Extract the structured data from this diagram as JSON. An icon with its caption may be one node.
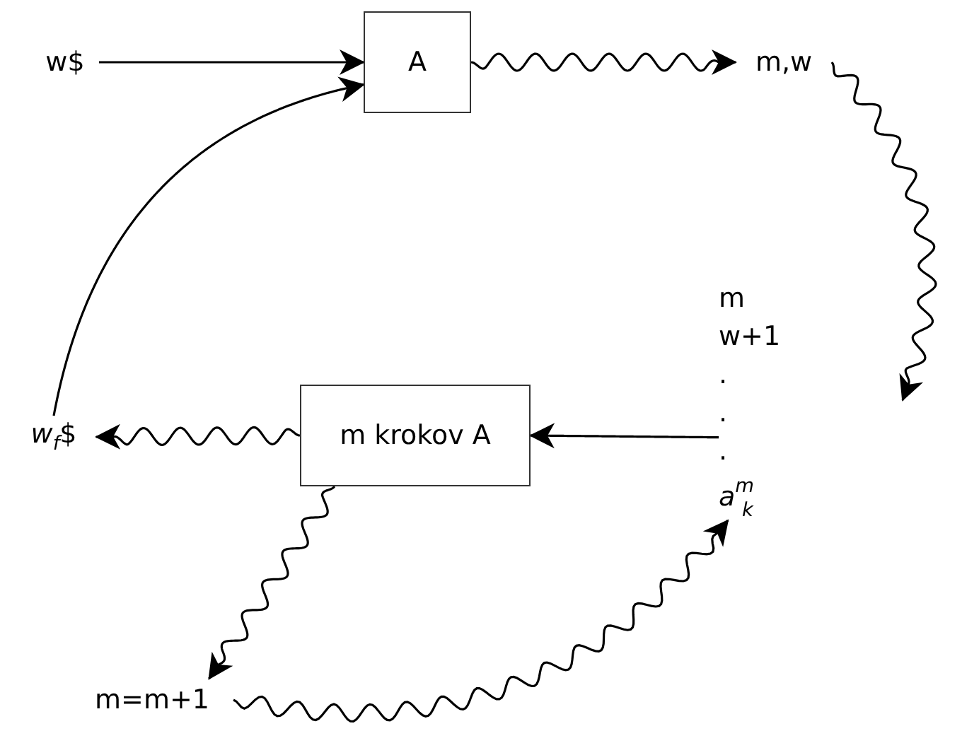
{
  "diagram": {
    "nodes": [
      {
        "text": [
          "w$"
        ]
      },
      {
        "text": [
          "A"
        ]
      },
      {
        "text": [
          "m,w"
        ]
      },
      {
        "text": [
          "m",
          "w+1",
          ".",
          ".",
          ".",
          "a$^{m}$$_{k}$"
        ]
      },
      {
        "text": [
          "m krokov A"
        ]
      },
      {
        "text": [
          "*w*$_{f}$$"
        ]
      },
      {
        "text": [
          "m=m+1"
        ]
      }
    ],
    "edges": [
      {
        "from": 0,
        "to": 1,
        "arrow": "to"
      },
      {
        "from": 5,
        "to": 1,
        "arrow": "to"
      },
      {
        "from": 1,
        "to": 2,
        "arrow": "to"
      },
      {
        "from": 2,
        "to": 3,
        "arrow": "to"
      },
      {
        "from": 3,
        "to": 4,
        "arrow": "to"
      },
      {
        "from": 4,
        "to": 5,
        "arrow": "to"
      },
      {
        "from": 4,
        "to": 6,
        "arrow": "to"
      },
      {
        "from": 6,
        "to": 3,
        "arrow": "to"
      }
    ]
  }
}
